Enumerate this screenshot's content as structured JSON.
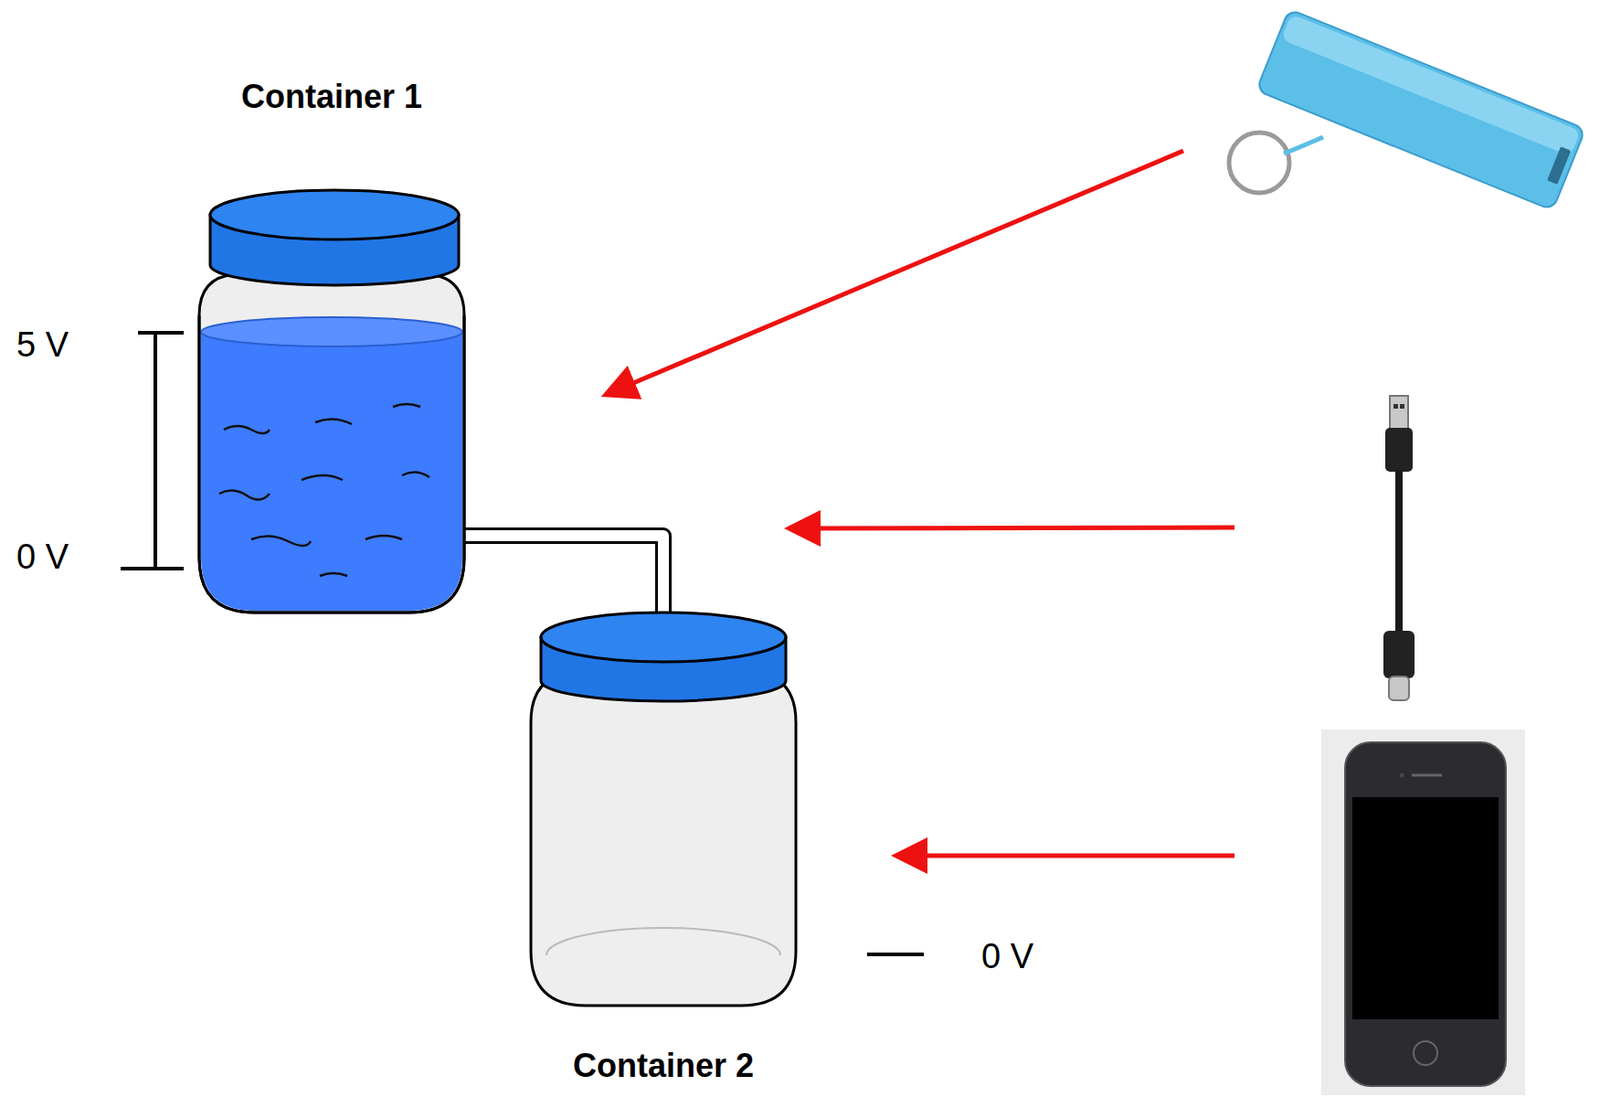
{
  "diagram": {
    "nodes": [
      {
        "text": [
          "Container 1"
        ]
      },
      {
        "text": [
          "Container 2"
        ]
      }
    ],
    "edges": [
      {
        "from": 0,
        "to": 1,
        "arrow": "none"
      }
    ],
    "labels": [
      "5 V",
      "0 V",
      "0 V"
    ]
  }
}
